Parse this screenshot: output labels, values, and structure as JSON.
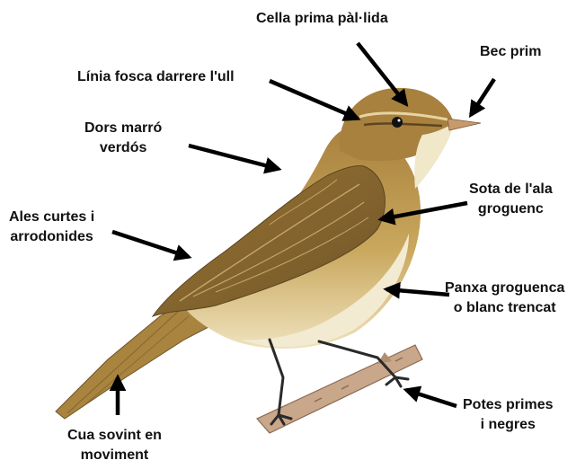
{
  "labels": {
    "eyebrow": [
      "Cella prima pàl·lida"
    ],
    "bill": [
      "Bec prim"
    ],
    "eye_line": [
      "Línia fosca darrere l'ull"
    ],
    "back": [
      "Dors marró",
      "verdós"
    ],
    "underwing": [
      "Sota de l'ala",
      "groguenc"
    ],
    "wings": [
      "Ales curtes i",
      "arrodonides"
    ],
    "belly": [
      "Panxa groguenca",
      "o blanc trencat"
    ],
    "legs": [
      "Potes primes",
      "i negres"
    ],
    "tail": [
      "Cua sovint en",
      "moviment"
    ]
  },
  "colors": {
    "plumage_upper": "#a8813e",
    "plumage_dark": "#6e5428",
    "underparts": "#e9d59a",
    "belly": "#f3ead2",
    "bill": "#c79a6b",
    "legs": "#2a2a2a",
    "branch": "#c9a78a",
    "arrow": "#000000"
  }
}
